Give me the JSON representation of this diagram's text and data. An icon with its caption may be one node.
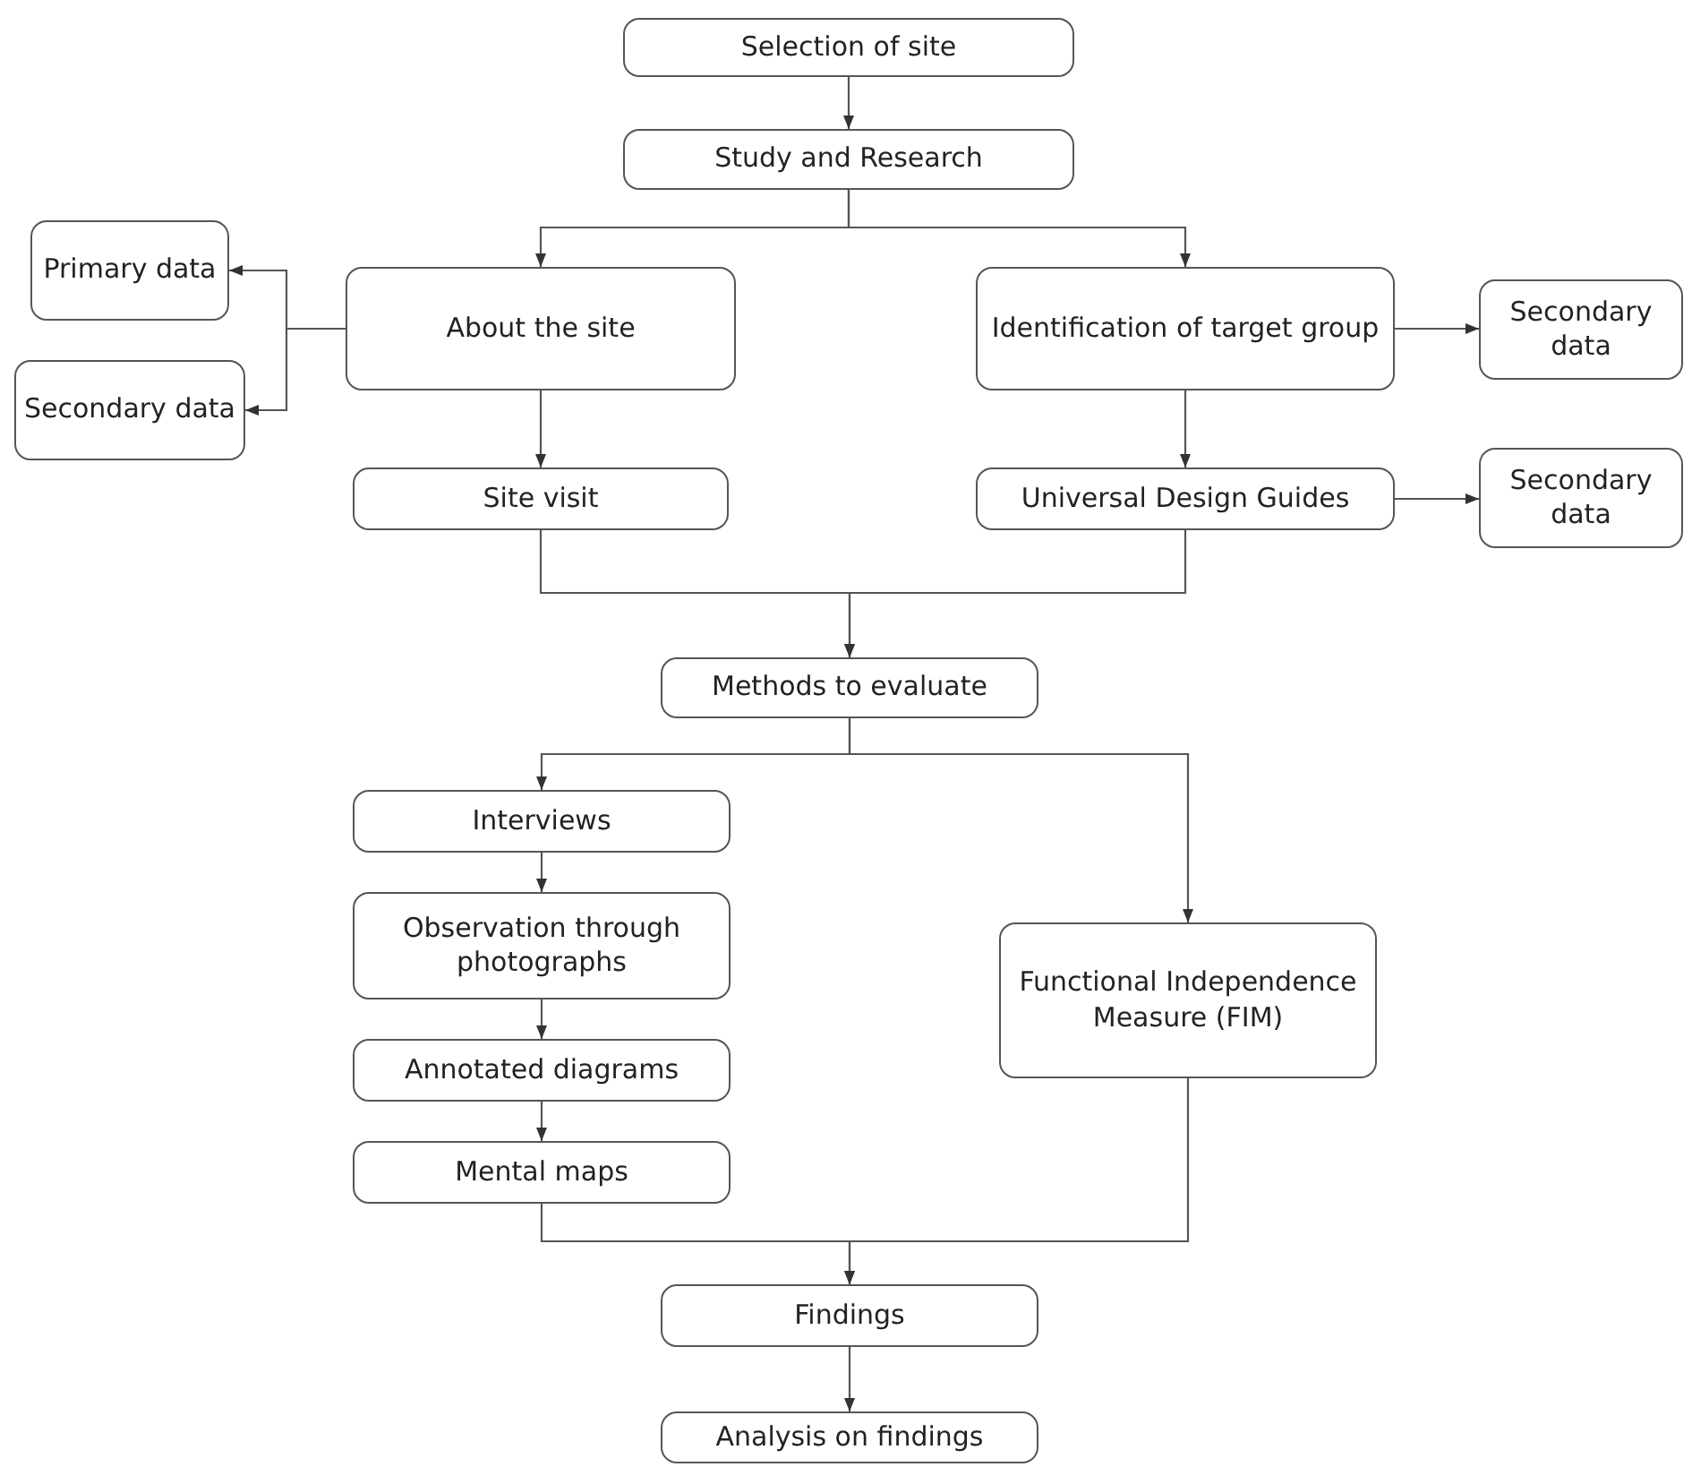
{
  "diagram": {
    "nodes": [
      {
        "text": [
          "Selection of site"
        ]
      },
      {
        "text": [
          "Study and Research"
        ]
      },
      {
        "text": [
          "About the site"
        ]
      },
      {
        "text": [
          "Identification of target group"
        ]
      },
      {
        "text": [
          "Primary data"
        ]
      },
      {
        "text": [
          "Secondary data"
        ]
      },
      {
        "text": [
          "Secondary data"
        ]
      },
      {
        "text": [
          "Site visit"
        ]
      },
      {
        "text": [
          "Universal Design Guides"
        ]
      },
      {
        "text": [
          "Secondary data"
        ]
      },
      {
        "text": [
          "Methods to evaluate"
        ]
      },
      {
        "text": [
          "Interviews"
        ]
      },
      {
        "text": [
          "Observation through photographs"
        ]
      },
      {
        "text": [
          "Annotated diagrams"
        ]
      },
      {
        "text": [
          "Mental maps"
        ]
      },
      {
        "text": [
          "Functional Independence Measure (FIM)"
        ]
      },
      {
        "text": [
          "Findings"
        ]
      },
      {
        "text": [
          "Analysis on findings"
        ]
      }
    ],
    "edges": [
      {
        "from": 0,
        "to": 1,
        "arrow": "to"
      },
      {
        "from": 1,
        "to": 2,
        "arrow": "to"
      },
      {
        "from": 1,
        "to": 3,
        "arrow": "to"
      },
      {
        "from": 2,
        "to": 4,
        "arrow": "to"
      },
      {
        "from": 2,
        "to": 5,
        "arrow": "to"
      },
      {
        "from": 3,
        "to": 6,
        "arrow": "to"
      },
      {
        "from": 2,
        "to": 7,
        "arrow": "to"
      },
      {
        "from": 3,
        "to": 8,
        "arrow": "to"
      },
      {
        "from": 8,
        "to": 9,
        "arrow": "to"
      },
      {
        "from": 7,
        "to": 10,
        "arrow": "to"
      },
      {
        "from": 8,
        "to": 10,
        "arrow": "to"
      },
      {
        "from": 10,
        "to": 11,
        "arrow": "to"
      },
      {
        "from": 10,
        "to": 15,
        "arrow": "to"
      },
      {
        "from": 11,
        "to": 12,
        "arrow": "to"
      },
      {
        "from": 12,
        "to": 13,
        "arrow": "to"
      },
      {
        "from": 13,
        "to": 14,
        "arrow": "to"
      },
      {
        "from": 14,
        "to": 16,
        "arrow": "to"
      },
      {
        "from": 15,
        "to": 16,
        "arrow": "to"
      },
      {
        "from": 16,
        "to": 17,
        "arrow": "to"
      }
    ]
  }
}
